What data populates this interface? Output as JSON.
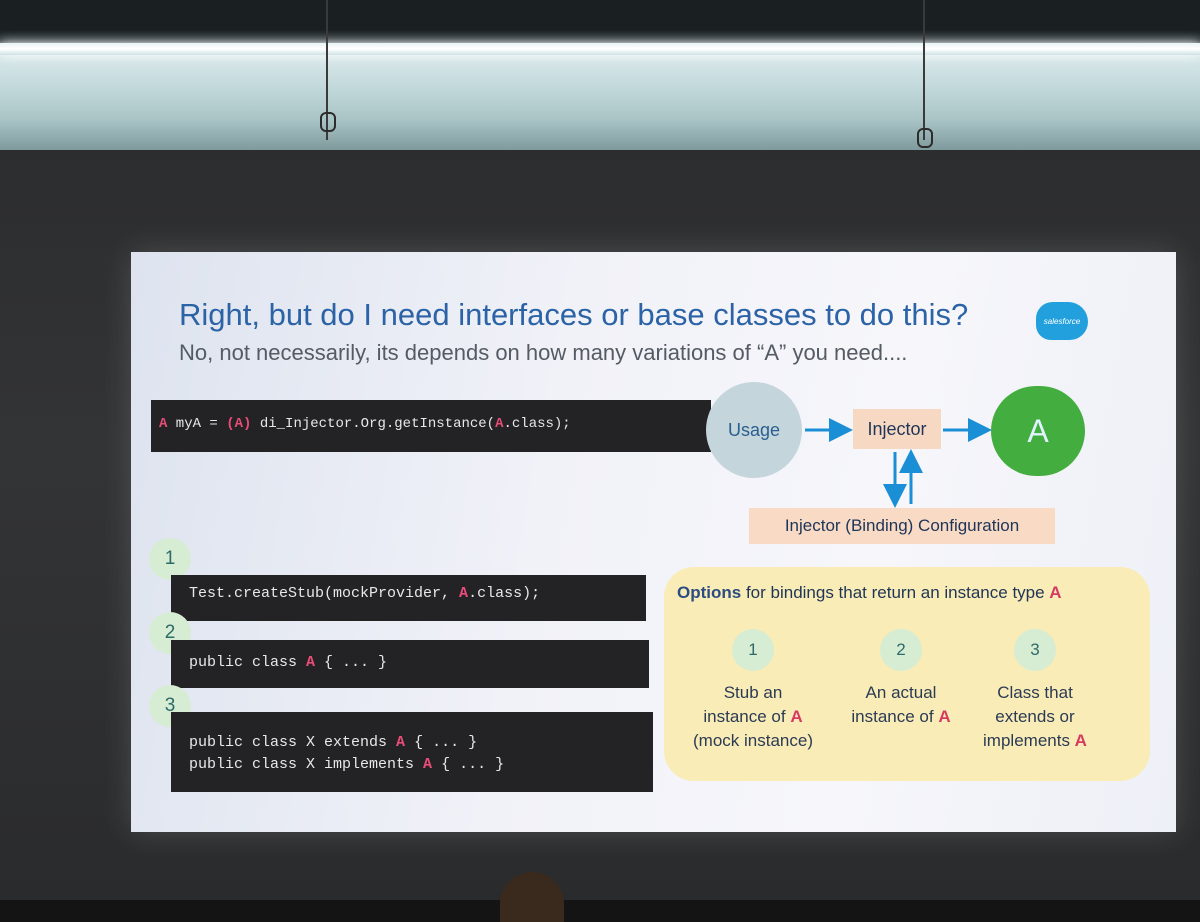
{
  "slide": {
    "title": "Right, but do I need interfaces or base classes to do this?",
    "subtitle": "No, not necessarily, its depends on how many variations of “A” you need....",
    "logo_text": "salesforce"
  },
  "code_main": {
    "kw1": "A",
    "t1": " myA = ",
    "kw2": "(A)",
    "t2": " di_Injector.Org.getInstance(",
    "kw3": "A",
    "t3": ".class);"
  },
  "diagram": {
    "usage": "Usage",
    "injector": "Injector",
    "target": "A",
    "binding": "Injector (Binding) Configuration"
  },
  "steps": [
    "1",
    "2",
    "3"
  ],
  "code_samples": {
    "s1_a": "Test.createStub(mockProvider, ",
    "s1_kw": "A",
    "s1_b": ".class);",
    "s2_a": "public class ",
    "s2_kw": "A",
    "s2_b": " { ... }",
    "s3_l1_a": "public class X extends ",
    "s3_l1_kw": "A",
    "s3_l1_b": " { ... }",
    "s3_l2_a": "public class X implements ",
    "s3_l2_kw": "A",
    "s3_l2_b": " { ... }"
  },
  "options": {
    "head_bold": "Options",
    "head_rest": " for bindings that return an instance type ",
    "head_kw": "A",
    "items": [
      {
        "num": "1",
        "line1": "Stub an",
        "line2_a": "instance of ",
        "line2_kw": "A",
        "line3": "(mock instance)"
      },
      {
        "num": "2",
        "line1": "An actual",
        "line2_a": "instance of ",
        "line2_kw": "A",
        "line3": ""
      },
      {
        "num": "3",
        "line1": "Class that",
        "line2_a": "extends or",
        "line2_kw": "",
        "line3_a": "implements ",
        "line3_kw": "A"
      }
    ]
  },
  "colors": {
    "title": "#2b63a6",
    "keyword": "#e84c78",
    "arrow": "#1a8fd6",
    "a_circle": "#43ad3f",
    "options_bg": "#f9ecb6"
  }
}
